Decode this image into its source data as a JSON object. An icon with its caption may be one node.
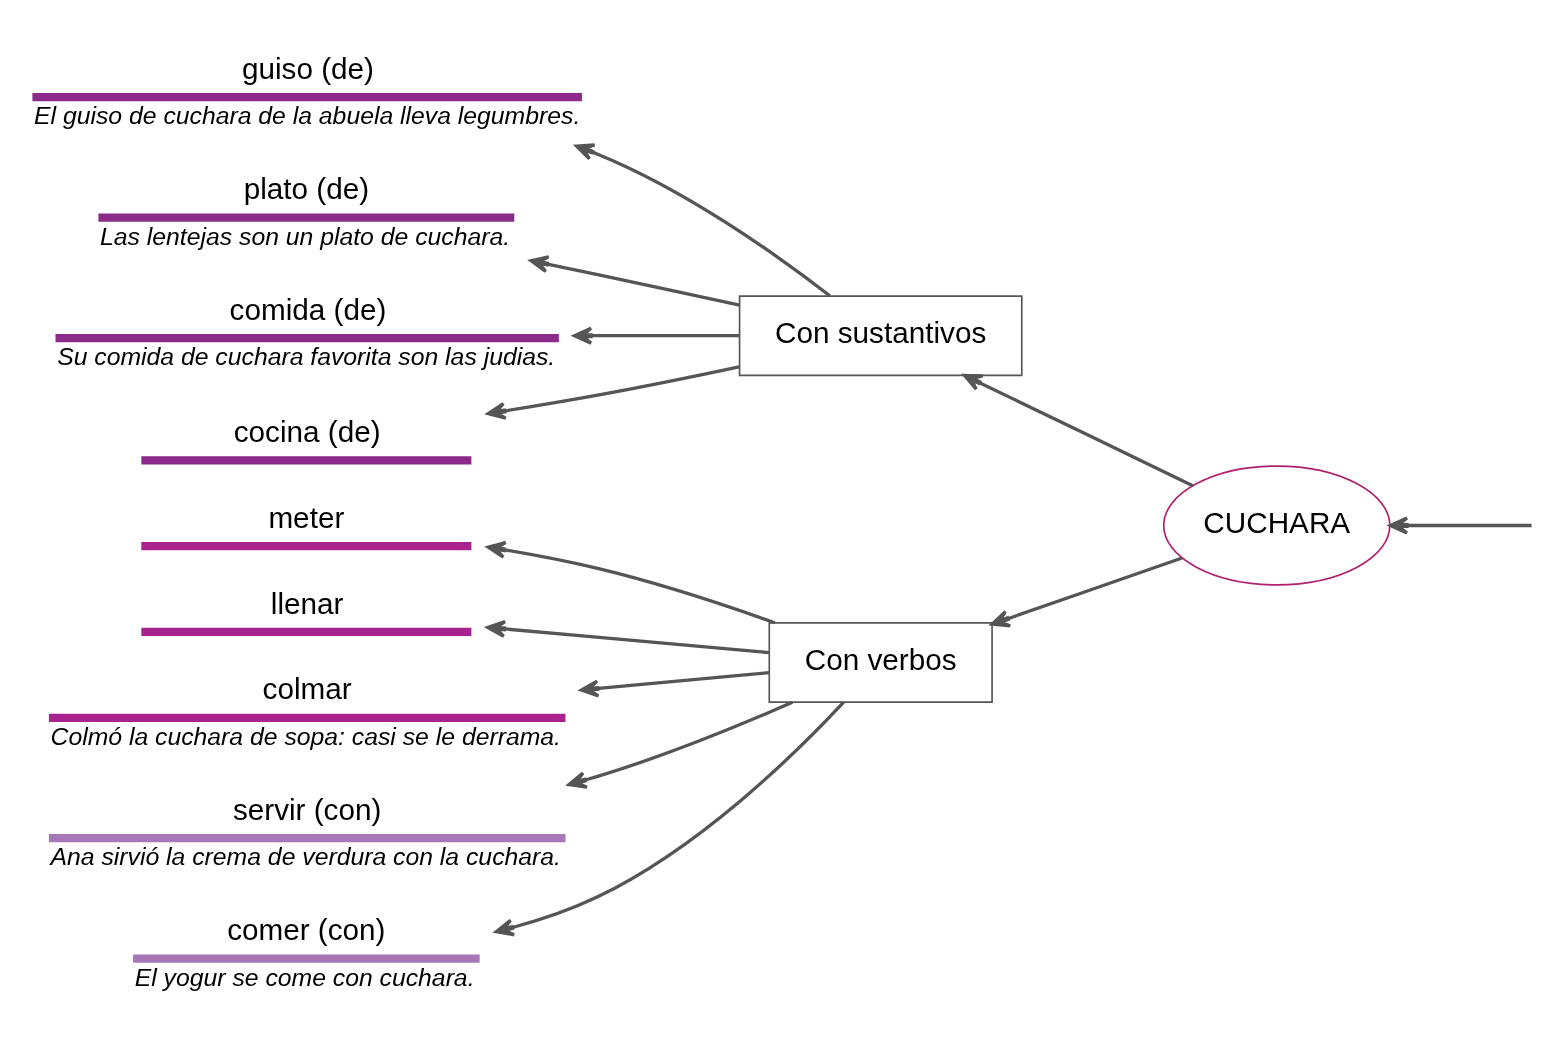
{
  "diagram": {
    "nodes": [
      {
        "text": [
          "CUCHARA"
        ]
      },
      {
        "text": [
          "Con sustantivos"
        ]
      },
      {
        "text": [
          "Con verbos"
        ]
      },
      {
        "text": [
          "guiso (de)"
        ],
        "beside": [
          "El guiso de cuchara de la abuela lleva legumbres."
        ]
      },
      {
        "text": [
          "plato (de)"
        ],
        "beside": [
          "Las lentejas son un plato de cuchara."
        ]
      },
      {
        "text": [
          "comida (de)"
        ],
        "beside": [
          "Su comida de cuchara favorita son las judias."
        ]
      },
      {
        "text": [
          "cocina (de)"
        ]
      },
      {
        "text": [
          "meter"
        ]
      },
      {
        "text": [
          "llenar"
        ]
      },
      {
        "text": [
          "colmar"
        ],
        "beside": [
          "Colmó la cuchara de sopa: casi se le derrama."
        ]
      },
      {
        "text": [
          "servir (con)"
        ],
        "beside": [
          "Ana sirvió la crema de verdura con la cuchara."
        ]
      },
      {
        "text": [
          "comer (con)"
        ],
        "beside": [
          "El yogur se come con cuchara."
        ]
      }
    ],
    "edges": [
      {
        "from": null,
        "to": 0,
        "arrow": "to"
      },
      {
        "from": 0,
        "to": 1,
        "arrow": "to"
      },
      {
        "from": 0,
        "to": 2,
        "arrow": "to"
      },
      {
        "from": 1,
        "to": 3,
        "arrow": "to"
      },
      {
        "from": 1,
        "to": 4,
        "arrow": "to"
      },
      {
        "from": 1,
        "to": 5,
        "arrow": "to"
      },
      {
        "from": 1,
        "to": 6,
        "arrow": "to"
      },
      {
        "from": 2,
        "to": 7,
        "arrow": "to"
      },
      {
        "from": 2,
        "to": 8,
        "arrow": "to"
      },
      {
        "from": 2,
        "to": 9,
        "arrow": "to"
      },
      {
        "from": 2,
        "to": 10,
        "arrow": "to"
      },
      {
        "from": 2,
        "to": 11,
        "arrow": "to"
      }
    ]
  }
}
